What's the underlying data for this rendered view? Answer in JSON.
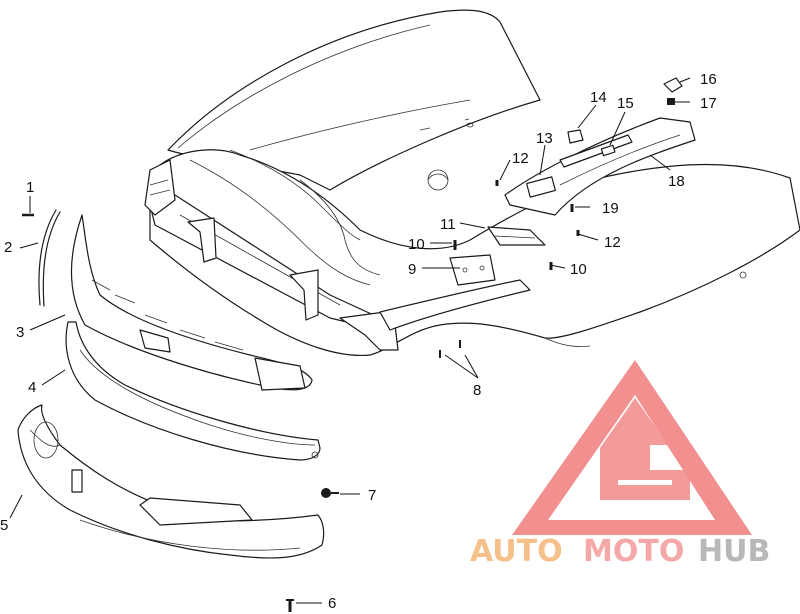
{
  "diagram": {
    "callouts": [
      "1",
      "2",
      "3",
      "4",
      "5",
      "6",
      "7",
      "8",
      "9",
      "10",
      "10",
      "11",
      "12",
      "12",
      "13",
      "14",
      "15",
      "16",
      "17",
      "18",
      "19"
    ]
  },
  "watermark": {
    "part1": "AUTO",
    "part2": "MOTO",
    "part3": "HUB",
    "colors": {
      "auto": "#f6c08a",
      "moto": "#f5a8a8",
      "hub": "#b8b8b8",
      "logo": "#f07d7d"
    }
  }
}
